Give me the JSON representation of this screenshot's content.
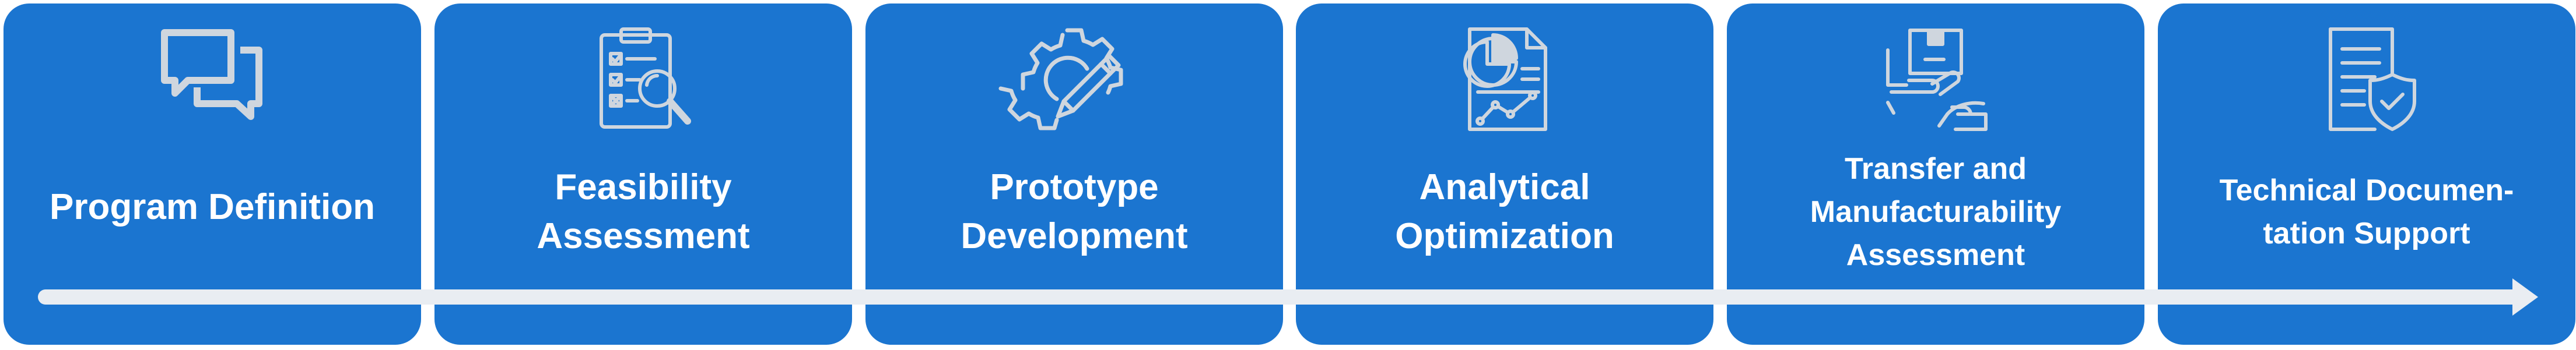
{
  "stages": [
    {
      "label": "Program Definition",
      "icon": "chat-bubbles-icon"
    },
    {
      "label": "Feasibility\nAssessment",
      "icon": "clipboard-checklist-magnifier-icon"
    },
    {
      "label": "Prototype\nDevelopment",
      "icon": "gear-pencil-icon"
    },
    {
      "label": "Analytical\nOptimization",
      "icon": "report-pie-chart-icon"
    },
    {
      "label": "Transfer and\nManufacturability\nAssessment",
      "icon": "package-hand-delivery-icon"
    },
    {
      "label": "Technical Documen-\ntation Support",
      "icon": "document-shield-check-icon"
    }
  ],
  "colors": {
    "stage_fill": "#1b75d0",
    "icon_stroke": "#cfd6de",
    "label_text": "#ffffff",
    "arrow": "#e9edf2"
  }
}
